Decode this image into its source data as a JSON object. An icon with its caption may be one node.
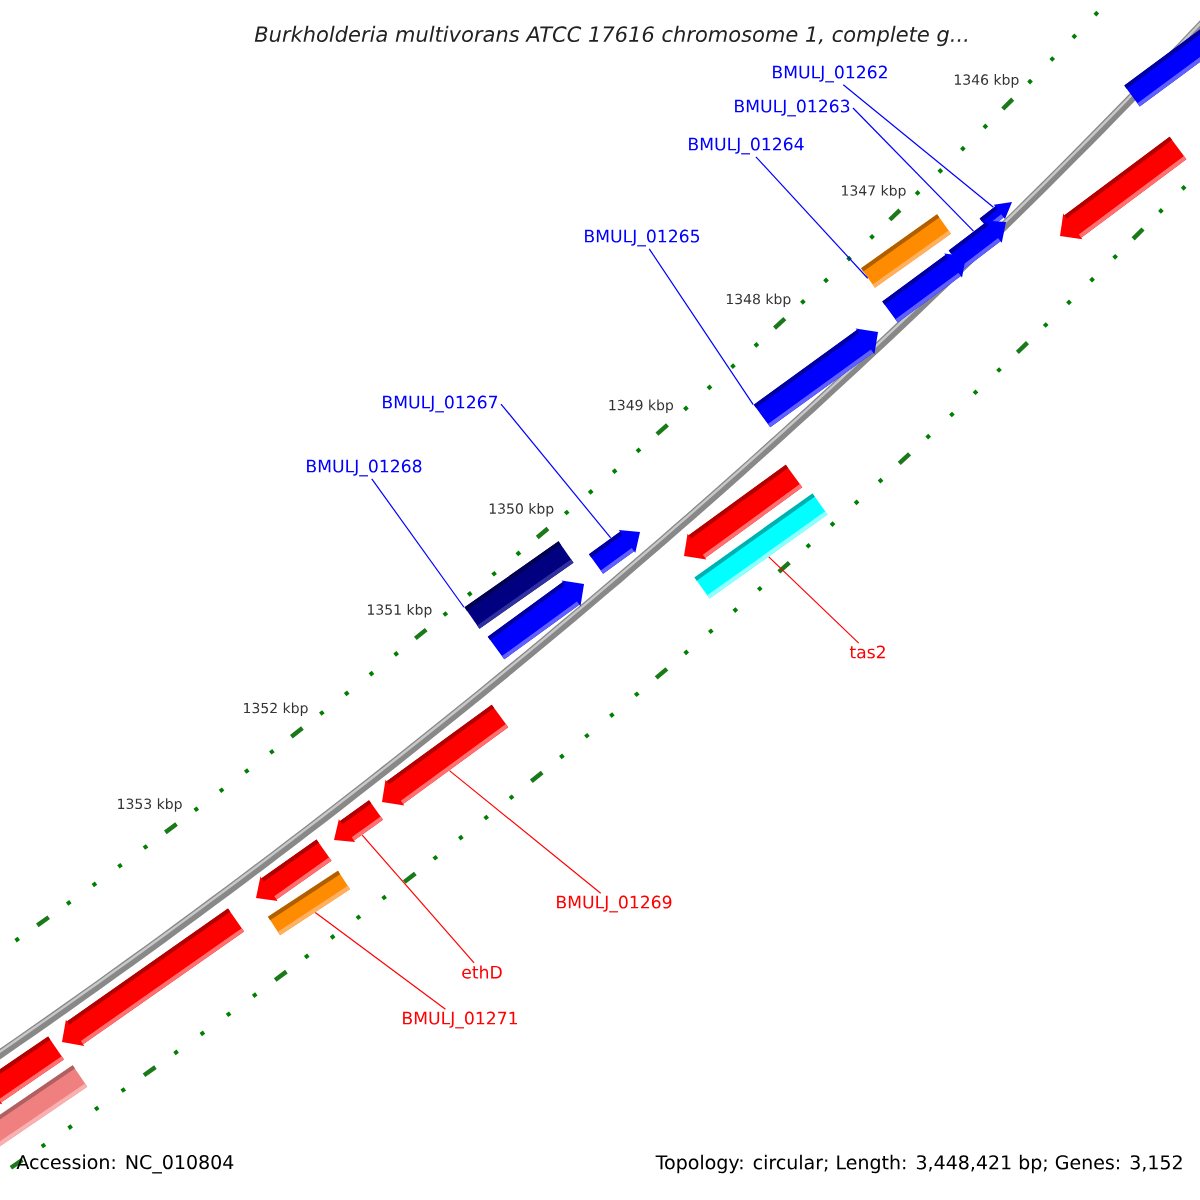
{
  "diagram": {
    "title": "Burkholderia multivorans ATCC 17616 chromosome 1, complete g...",
    "nodes": [
      {
        "text": [
          "BMULJ_01262"
        ]
      },
      {
        "text": [
          "BMULJ_01263"
        ]
      },
      {
        "text": [
          "BMULJ_01264"
        ]
      },
      {
        "text": [
          "BMULJ_01265"
        ]
      },
      {
        "text": [
          "BMULJ_01267"
        ]
      },
      {
        "text": [
          "BMULJ_01268"
        ]
      },
      {
        "text": [
          "tas2"
        ]
      },
      {
        "text": [
          "BMULJ_01269"
        ]
      },
      {
        "text": [
          "ethD"
        ]
      },
      {
        "text": [
          "BMULJ_01271"
        ]
      },
      {
        "text": [],
        "shape": "arrow"
      },
      {
        "text": [],
        "shape": "arrow"
      },
      {
        "text": [],
        "shape": "arrow"
      },
      {
        "text": [],
        "shape": "bar"
      },
      {
        "text": [],
        "shape": "arrow"
      },
      {
        "text": [],
        "shape": "arrow"
      },
      {
        "text": [],
        "shape": "arrow"
      },
      {
        "text": [],
        "shape": "bar"
      },
      {
        "text": [],
        "shape": "arrow"
      },
      {
        "text": [],
        "shape": "arrow"
      },
      {
        "text": [],
        "shape": "arrow"
      },
      {
        "text": [],
        "shape": "bar"
      },
      {
        "text": [],
        "shape": "arrow"
      },
      {
        "text": [],
        "shape": "arrow"
      },
      {
        "text": [],
        "shape": "arrow"
      },
      {
        "text": [],
        "shape": "bar"
      },
      {
        "text": [],
        "shape": "arrow"
      },
      {
        "text": [],
        "shape": "arrow"
      },
      {
        "text": [],
        "shape": "bar"
      }
    ],
    "edges": [
      {
        "from": 0,
        "to": 11,
        "arrow": "none"
      },
      {
        "from": 1,
        "to": 12,
        "arrow": "none"
      },
      {
        "from": 2,
        "to": 13,
        "arrow": "none"
      },
      {
        "from": 3,
        "to": 15,
        "arrow": "none"
      },
      {
        "from": 4,
        "to": 16,
        "arrow": "none"
      },
      {
        "from": 5,
        "to": 17,
        "arrow": "none"
      },
      {
        "from": 6,
        "to": 21,
        "arrow": "none",
        "color": "#ff0000"
      },
      {
        "from": 7,
        "to": 22,
        "arrow": "none",
        "color": "#ff0000"
      },
      {
        "from": 8,
        "to": 23,
        "arrow": "none",
        "color": "#ff0000"
      },
      {
        "from": 9,
        "to": 25,
        "arrow": "none",
        "color": "#ff0000"
      }
    ],
    "labels": [
      "1346 kbp",
      "1347 kbp",
      "1348 kbp",
      "1349 kbp",
      "1350 kbp",
      "1351 kbp",
      "1352 kbp",
      "1353 kbp",
      "Accession: NC_010804",
      "Topology: circular; Length: 3,448,421 bp; Genes: 3,152"
    ]
  }
}
